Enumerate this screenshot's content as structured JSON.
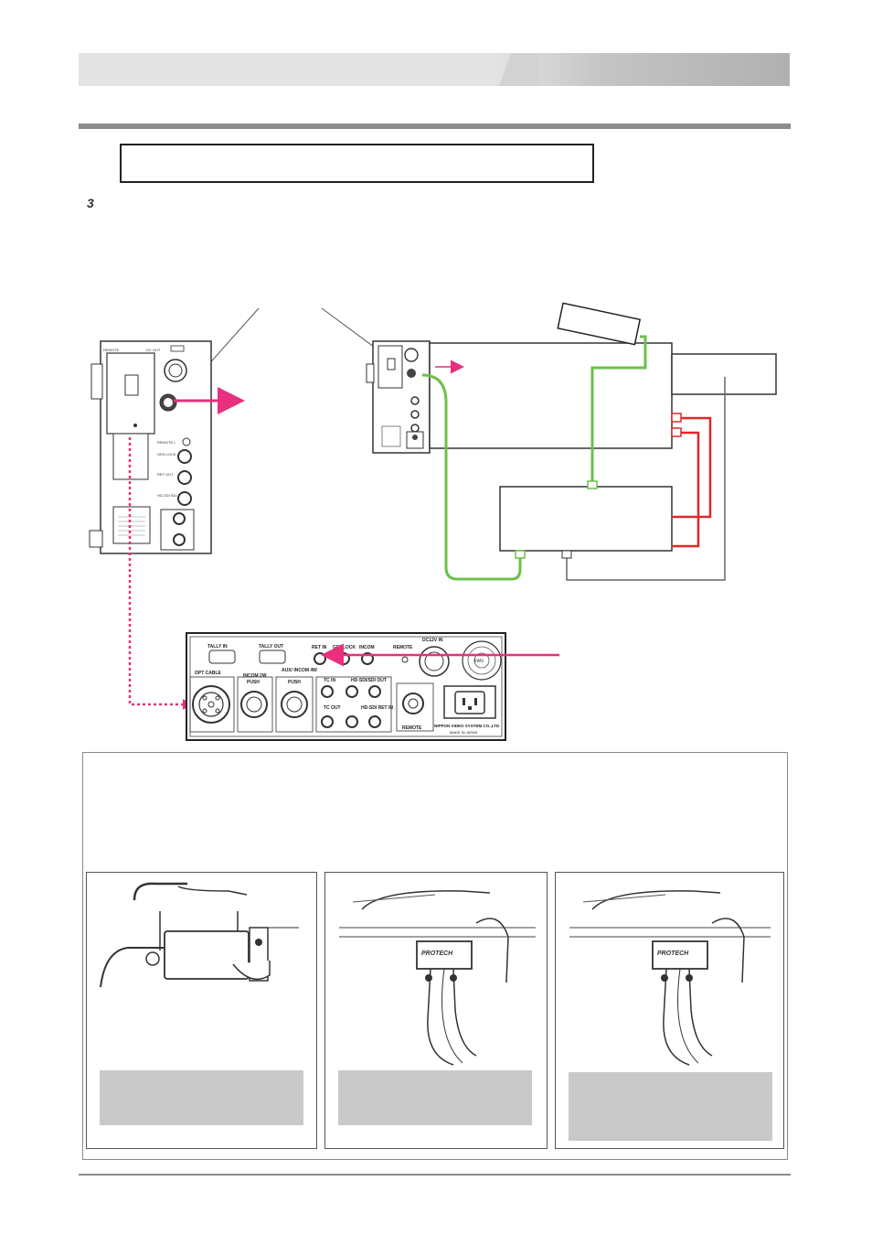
{
  "page": {
    "step_number": "3"
  },
  "camera_left": {
    "remote_label": "REMOTE",
    "dc_out_label": "DC OUT",
    "remote_l_label": "REMOTE L",
    "gen_lock_label": "GEN LOCK",
    "ret_out_label": "RET OUT",
    "hd_sdi_label": "HD-SDI SDI IN"
  },
  "rear_panel": {
    "tally_in": "TALLY IN",
    "tally_out": "TALLY OUT",
    "ret_in": "RET IN",
    "gen_lock": "GENLOCK",
    "incom": "INCOM",
    "remote": "REMOTE",
    "dc_in": "DC12V IN",
    "opt_cable": "OPT CABLE",
    "incom_2w": "INCOM 2W",
    "aux_incom_4w": "AUX/ INCOM 4W",
    "push1": "PUSH",
    "push2": "PUSH",
    "tc_in": "TC IN",
    "hd_sdi_out": "HD-SDI/SDI OUT",
    "tc_out": "TC OUT",
    "hd_sdi_ret_in": "HD-SDI RET IN",
    "remote2": "REMOTE",
    "manufacturer": "NIPPON VIDEO SYSTEM CO.,LTD",
    "made_in": "MADE IN JAPAN",
    "fan": "FAN"
  },
  "photos": {
    "brand_2": "PROTECH",
    "brand_3": "PROTECH"
  },
  "colors": {
    "green_cable": "#6cc04a",
    "red_cable": "#e02828",
    "magenta_arrow": "#e8307e",
    "gray_line": "#666666"
  }
}
